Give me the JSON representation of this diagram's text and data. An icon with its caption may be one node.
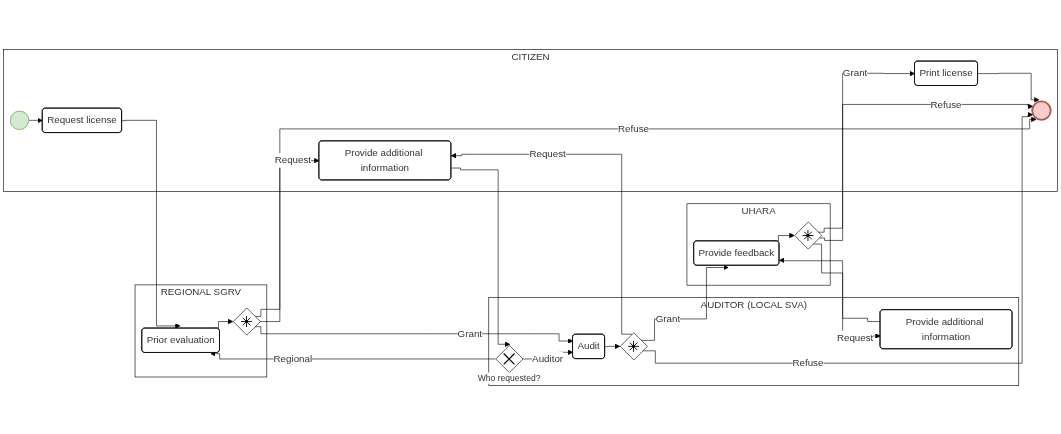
{
  "diagram": {
    "nodes": [
      {
        "text": [
          "CITIZEN"
        ]
      },
      {
        "text": [],
        "shape": "circle",
        "in": 0
      },
      {
        "text": [
          "Request license"
        ],
        "in": 0
      },
      {
        "text": [
          "Provide additional information"
        ],
        "in": 0
      },
      {
        "text": [
          "Print license"
        ],
        "in": 0
      },
      {
        "text": [],
        "shape": "circle",
        "in": 0
      },
      {
        "text": [
          "AUDITOR (LOCAL SVA)"
        ]
      },
      {
        "text": [],
        "shape": "diamond",
        "beside": [
          "Who requested?"
        ],
        "in": 6
      },
      {
        "text": [
          "Audit"
        ],
        "in": 6
      },
      {
        "text": [],
        "shape": "diamond",
        "in": 6
      },
      {
        "text": [
          "Provide additional information"
        ],
        "in": 6
      },
      {
        "text": [
          "REGIONAL SGRV"
        ]
      },
      {
        "text": [
          "Prior evaluation"
        ],
        "in": 11
      },
      {
        "text": [],
        "shape": "diamond",
        "in": 11
      },
      {
        "text": [
          "UHARA"
        ]
      },
      {
        "text": [
          "Provide feedback"
        ],
        "in": 14
      },
      {
        "text": [],
        "shape": "diamond",
        "in": 14
      }
    ],
    "edges": [
      {
        "from": 1,
        "to": 2,
        "arrow": "to"
      },
      {
        "from": 2,
        "to": 12,
        "arrow": "to"
      },
      {
        "from": 3,
        "to": 7,
        "arrow": "to"
      },
      {
        "from": 7,
        "to": 12,
        "arrow": "to",
        "label": "Regional"
      },
      {
        "from": 7,
        "to": 8,
        "arrow": "to",
        "label": "Auditor"
      },
      {
        "from": 12,
        "to": 13,
        "arrow": "to"
      },
      {
        "from": 13,
        "to": 3,
        "arrow": "to",
        "label": "Request"
      },
      {
        "from": 13,
        "to": 5,
        "arrow": "to",
        "label": "Refuse"
      },
      {
        "from": 13,
        "to": 8,
        "arrow": "to",
        "label": "Grant"
      },
      {
        "from": 8,
        "to": 9,
        "arrow": "to"
      },
      {
        "from": 9,
        "to": 3,
        "arrow": "to",
        "label": "Request"
      },
      {
        "from": 9,
        "to": 5,
        "arrow": "to",
        "label": "Refuse"
      },
      {
        "from": 9,
        "to": 15,
        "arrow": "to",
        "label": "Grant"
      },
      {
        "from": 10,
        "to": 15,
        "arrow": "to"
      },
      {
        "from": 15,
        "to": 16,
        "arrow": "to"
      },
      {
        "from": 16,
        "to": 10,
        "arrow": "to",
        "label": "Request"
      },
      {
        "from": 16,
        "to": 5,
        "arrow": "to",
        "label": "Refuse"
      },
      {
        "from": 16,
        "to": 4,
        "arrow": "to",
        "label": "Grant"
      },
      {
        "from": 4,
        "to": 5,
        "arrow": "to"
      }
    ]
  }
}
